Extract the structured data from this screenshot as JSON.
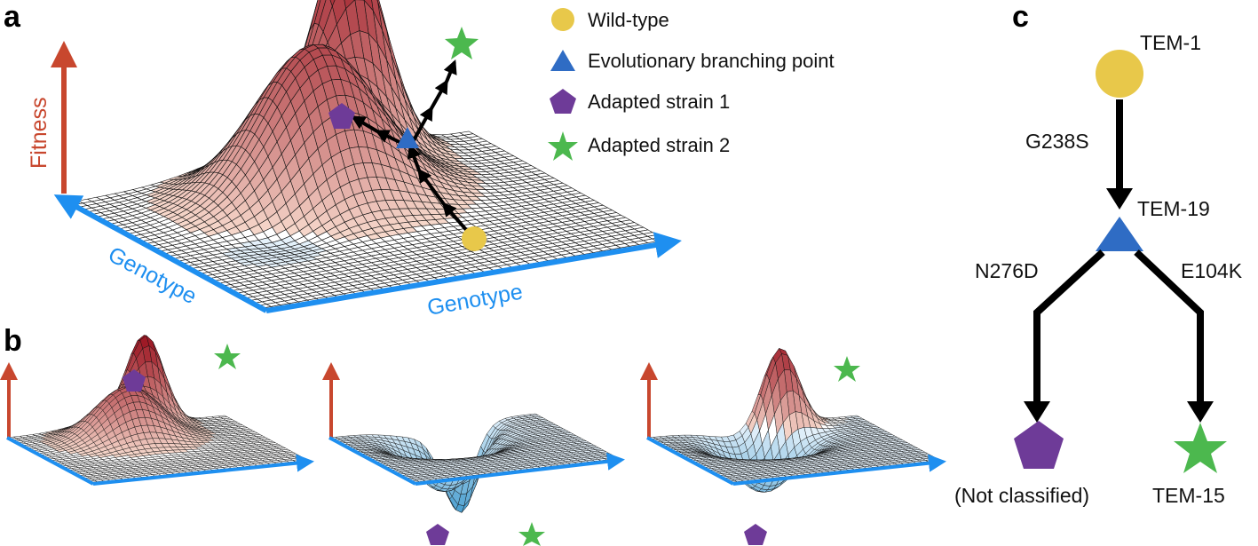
{
  "panels": {
    "a": "a",
    "b": "b",
    "c": "c"
  },
  "axes": {
    "fitness": "Fitness",
    "genotype_left": "Genotype",
    "genotype_right": "Genotype"
  },
  "legend": [
    {
      "label": "Wild-type",
      "marker": "circle",
      "color": "#e8c84a"
    },
    {
      "label": "Evolutionary branching point",
      "marker": "triangle",
      "color": "#2f6cc4"
    },
    {
      "label": "Adapted strain 1",
      "marker": "pentagon",
      "color": "#6e3b98"
    },
    {
      "label": "Adapted strain 2",
      "marker": "star",
      "color": "#4cb84e"
    }
  ],
  "tree": {
    "root": "TEM-1",
    "branch_node": "TEM-19",
    "mutation_root": "G238S",
    "mutation_left": "N276D",
    "mutation_right": "E104K",
    "leaf_left": "(Not classified)",
    "leaf_right": "TEM-15"
  },
  "colors": {
    "fitness_axis": "#c8472e",
    "genotype_axis": "#1e8ff0",
    "peak_high": "#9e1a26",
    "peak_low": "#fbe2d4",
    "valley": "#4a9fd0",
    "wild_type": "#e8c84a",
    "branching": "#2f6cc4",
    "strain1": "#6e3b98",
    "strain2": "#4cb84e"
  }
}
